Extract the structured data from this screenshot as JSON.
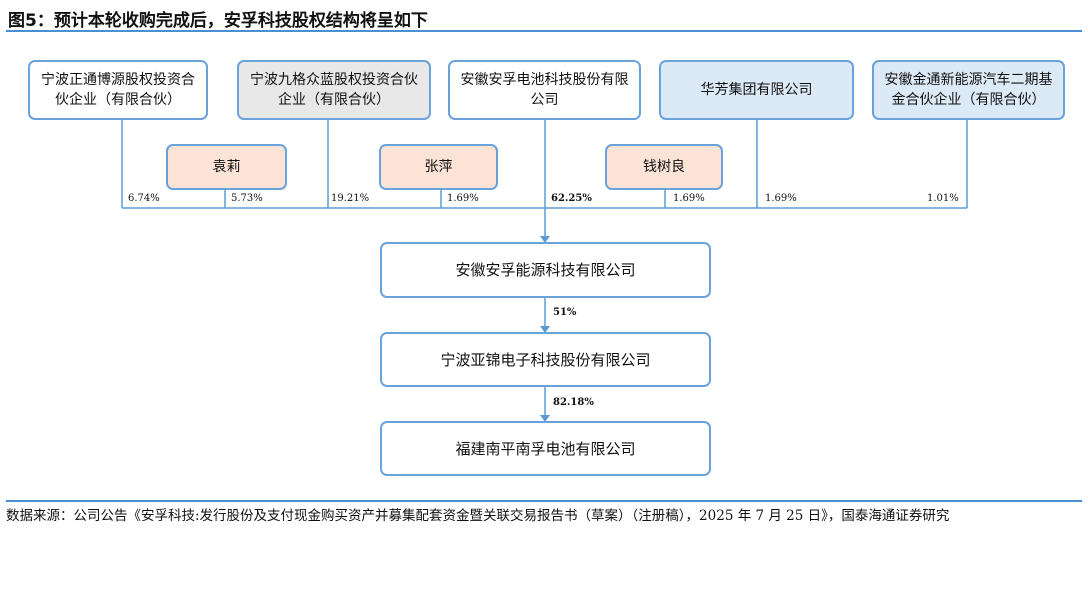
{
  "title": "图5：预计本轮收购完成后，安孚科技股权结构将呈如下",
  "shareholders": [
    {
      "name": "宁波正通博源股权投资合伙企业（有限合伙）",
      "pct": "6.74%"
    },
    {
      "name": "宁波九格众蓝股权投资合伙企业（有限合伙）",
      "pct": "19.21%"
    },
    {
      "name": "安徽安孚电池科技股份有限公司",
      "pct": "62.25%"
    },
    {
      "name": "华芳集团有限公司",
      "pct": "1.69%"
    },
    {
      "name": "安徽金通新能源汽车二期基金合伙企业（有限合伙）",
      "pct": "1.01%"
    }
  ],
  "persons": [
    {
      "name": "袁莉",
      "pct": "5.73%"
    },
    {
      "name": "张萍",
      "pct": "1.69%"
    },
    {
      "name": "钱树良",
      "pct": "1.69%"
    }
  ],
  "chain": [
    {
      "name": "安徽安孚能源科技有限公司",
      "pct_to_next": "51%"
    },
    {
      "name": "宁波亚锦电子科技股份有限公司",
      "pct_to_next": "82.18%"
    },
    {
      "name": "福建南平南孚电池有限公司"
    }
  ],
  "source": "数据来源：公司公告《安孚科技:发行股份及支付现金购买资产并募集配套资金暨关联交易报告书（草案）（注册稿），2025 年 7 月 25 日》，国泰海通证券研究"
}
